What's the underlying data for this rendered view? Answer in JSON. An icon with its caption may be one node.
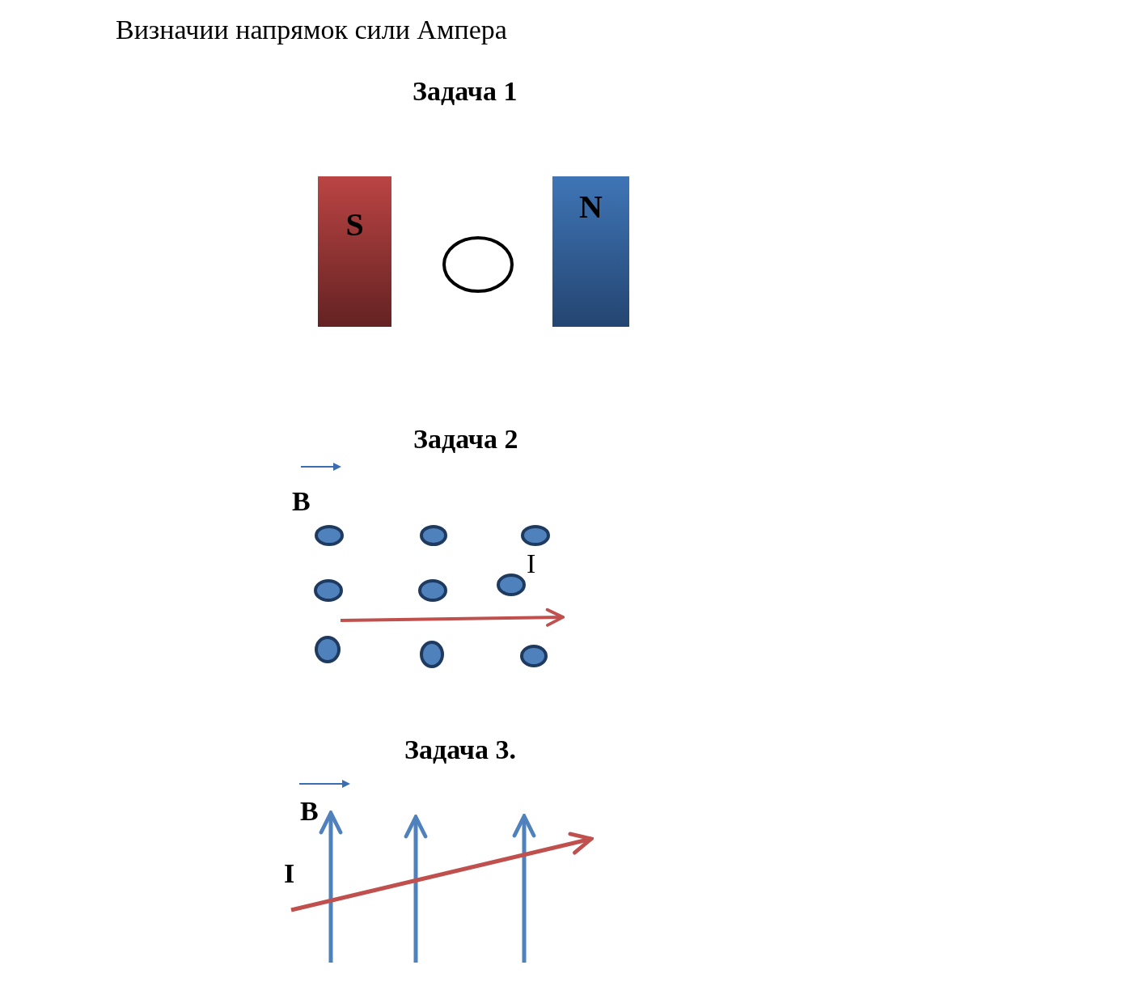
{
  "diagram": {
    "title": "Визначии напрямок сили Ампера",
    "nodes": [
      {
        "text": [
          "S"
        ]
      },
      {
        "text": [],
        "shape": "circle"
      },
      {
        "text": [
          "N"
        ]
      }
    ],
    "labels": [
      "Задача 1",
      "Задача 2",
      "B",
      "I",
      "Задача 3.",
      "B",
      "I"
    ]
  }
}
